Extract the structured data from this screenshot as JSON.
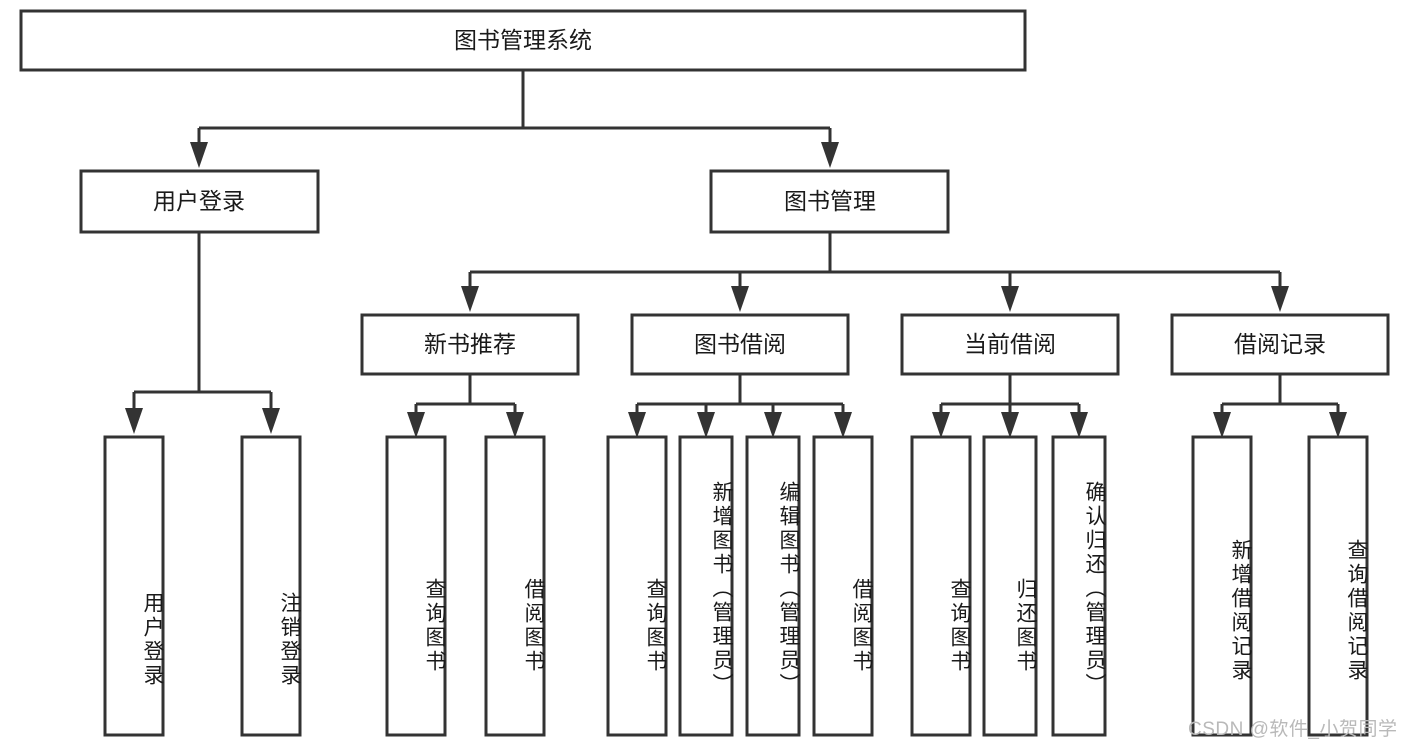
{
  "diagram": {
    "type": "tree-hierarchy",
    "title": "图书管理系统",
    "watermark": "CSDN @软件_小贺同学",
    "colors": {
      "stroke": "#333333",
      "fill": "#ffffff",
      "text": "#1a1a1a",
      "watermark": "#b9b9b9",
      "background": "#ffffff"
    },
    "nodes": {
      "root": {
        "label": "图书管理系统"
      },
      "level2": [
        {
          "id": "user-login",
          "label": "用户登录"
        },
        {
          "id": "book-management",
          "label": "图书管理"
        }
      ],
      "level3": [
        {
          "id": "new-book-recommend",
          "label": "新书推荐"
        },
        {
          "id": "book-borrow",
          "label": "图书借阅"
        },
        {
          "id": "current-borrow",
          "label": "当前借阅"
        },
        {
          "id": "borrow-record",
          "label": "借阅记录"
        }
      ],
      "leaves": {
        "user-login": [
          {
            "id": "leaf-user-login",
            "label": "用户登录"
          },
          {
            "id": "leaf-logout-login",
            "label": "注销登录"
          }
        ],
        "new-book-recommend": [
          {
            "id": "leaf-query-book-1",
            "label": "查询图书"
          },
          {
            "id": "leaf-borrow-book-1",
            "label": "借阅图书"
          }
        ],
        "book-borrow": [
          {
            "id": "leaf-query-book-2",
            "label": "查询图书"
          },
          {
            "id": "leaf-add-book-admin",
            "label": "新增图书（管理员）"
          },
          {
            "id": "leaf-edit-book-admin",
            "label": "编辑图书（管理员）"
          },
          {
            "id": "leaf-borrow-book-2",
            "label": "借阅图书"
          }
        ],
        "current-borrow": [
          {
            "id": "leaf-query-book-3",
            "label": "查询图书"
          },
          {
            "id": "leaf-return-book",
            "label": "归还图书"
          },
          {
            "id": "leaf-confirm-return-admin",
            "label": "确认归还（管理员）"
          }
        ],
        "borrow-record": [
          {
            "id": "leaf-add-borrow-record",
            "label": "新增借阅记录"
          },
          {
            "id": "leaf-query-borrow-record",
            "label": "查询借阅记录"
          }
        ]
      }
    }
  }
}
